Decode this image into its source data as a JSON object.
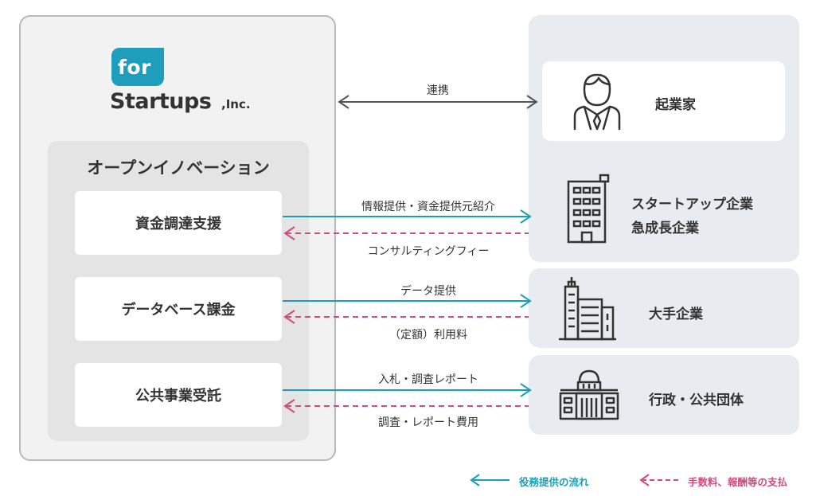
{
  "company": {
    "logo_for": "for",
    "logo_startups": "Startups",
    "logo_inc": ",Inc."
  },
  "open_innovation": {
    "title": "オープンイノベーション",
    "services": [
      "資金調達支援",
      "データベース課金",
      "公共事業受託"
    ]
  },
  "partners": {
    "founder": "起業家",
    "startup_line1": "スタートアップ企業",
    "startup_line2": "急成長企業",
    "large": "大手企業",
    "government": "行政・公共団体"
  },
  "flows": {
    "cooperation": "連携",
    "fundraising_service": "情報提供・資金提供元紹介",
    "fundraising_payment": "コンサルティングフィー",
    "database_service": "データ提供",
    "database_payment": "（定額）利用料",
    "public_service": "入札・調査レポート",
    "public_payment": "調査・レポート費用"
  },
  "legend": {
    "service_flow": "役務提供の流れ",
    "payment_flow": "手数料、報酬等の支払"
  },
  "colors": {
    "service_arrow": "#1b9fb7",
    "payment_arrow": "#d24b7e",
    "cooperation_arrow": "#555555",
    "brand": "#1f9dbc",
    "right_panel": "#e8ecf0"
  }
}
